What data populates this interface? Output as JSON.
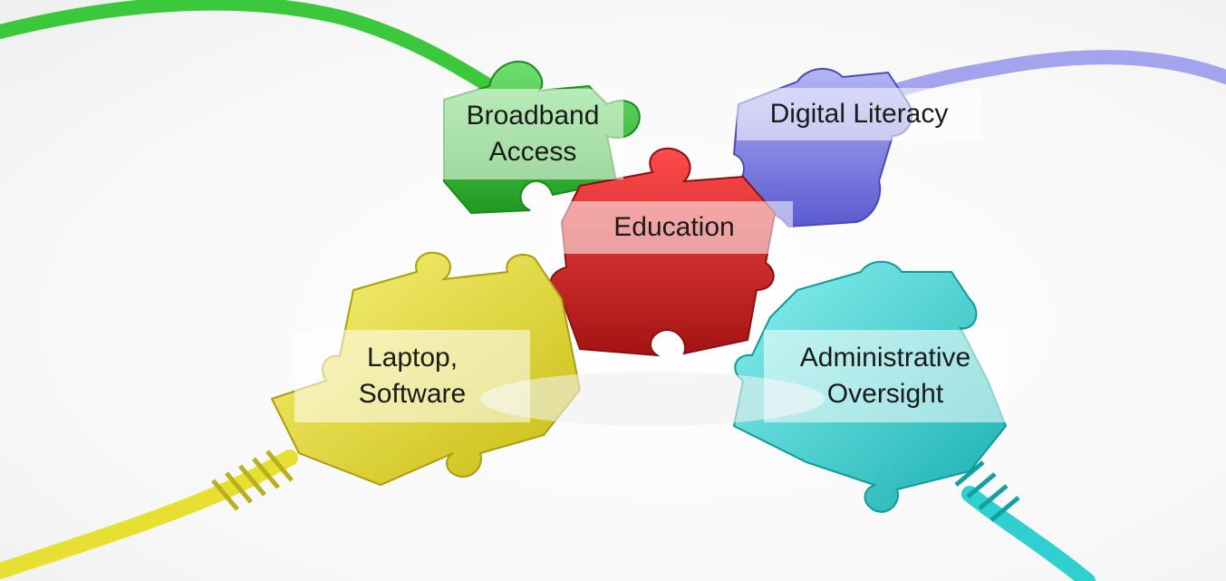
{
  "labels": {
    "broadband": [
      "Broadband",
      "Access"
    ],
    "digital_literacy": [
      "Digital Literacy"
    ],
    "education": [
      "Education"
    ],
    "laptop": [
      "Laptop,",
      "Software"
    ],
    "administrative": [
      "Administrative",
      "Oversight"
    ]
  },
  "colors": {
    "green": "#3cc83c",
    "purple": "#8a8ae8",
    "red": "#e02828",
    "yellow": "#e8e030",
    "cyan": "#30d0d0",
    "background": "#ffffff"
  }
}
